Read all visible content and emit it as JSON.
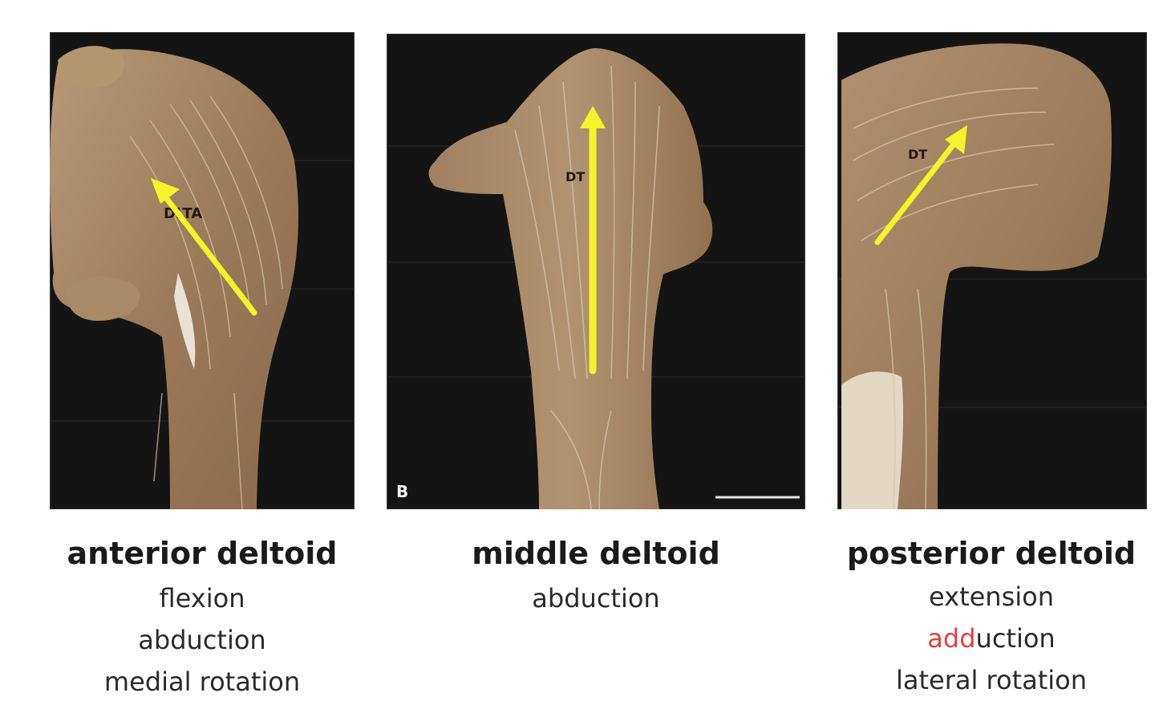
{
  "panels": [
    {
      "title": "anterior deltoid",
      "photo_label": "DLTA",
      "actions": [
        "flexion",
        "abduction",
        "medial rotation"
      ]
    },
    {
      "title": "middle deltoid",
      "photo_label": "DT",
      "panel_letter": "B",
      "actions": [
        "abduction"
      ]
    },
    {
      "title": "posterior deltoid",
      "photo_label": "DT",
      "actions": [
        "extension",
        "lateral rotation"
      ],
      "highlighted_action": {
        "prefix": "add",
        "suffix": "uction"
      }
    }
  ],
  "colors": {
    "arrow": "#f7f22a",
    "background_photo": "#141414",
    "muscle": "#a8896a",
    "highlight_text": "#e2403b"
  }
}
